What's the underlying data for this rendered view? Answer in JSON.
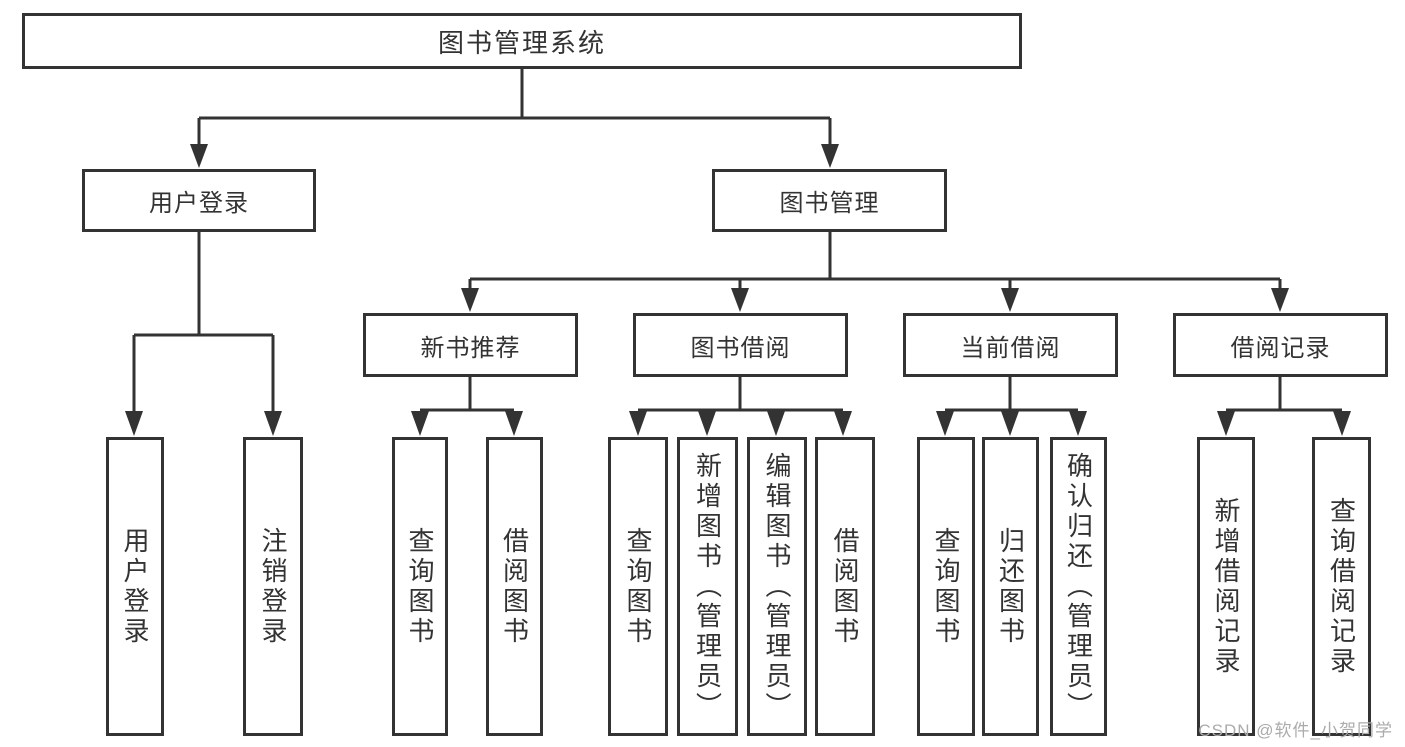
{
  "tree": {
    "root": {
      "label": "图书管理系统",
      "children": [
        {
          "label": "用户登录",
          "children": [
            {
              "label": "用户登录"
            },
            {
              "label": "注销登录"
            }
          ]
        },
        {
          "label": "图书管理",
          "children": [
            {
              "label": "新书推荐",
              "children": [
                {
                  "label": "查询图书"
                },
                {
                  "label": "借阅图书"
                }
              ]
            },
            {
              "label": "图书借阅",
              "children": [
                {
                  "label": "查询图书"
                },
                {
                  "label": "新增图书（管理员）"
                },
                {
                  "label": "编辑图书（管理员）"
                },
                {
                  "label": "借阅图书"
                }
              ]
            },
            {
              "label": "当前借阅",
              "children": [
                {
                  "label": "查询图书"
                },
                {
                  "label": "归还图书"
                },
                {
                  "label": "确认归还（管理员）"
                }
              ]
            },
            {
              "label": "借阅记录",
              "children": [
                {
                  "label": "新增借阅记录"
                },
                {
                  "label": "查询借阅记录"
                }
              ]
            }
          ]
        }
      ]
    }
  },
  "watermark": {
    "text": "CSDN @软件_小贺同学"
  },
  "colors": {
    "line": "#333333",
    "text": "#333333",
    "box_background": "#ffffff",
    "watermark": "#ababab",
    "background": "#ffffff"
  }
}
